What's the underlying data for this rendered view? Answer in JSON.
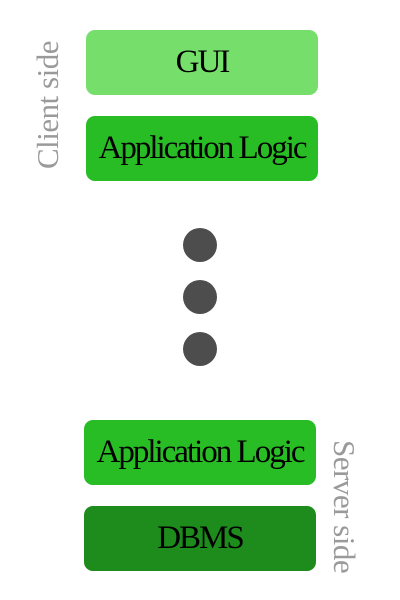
{
  "client": {
    "side_label": "Client side",
    "layers": [
      {
        "label": "GUI",
        "color": "#76de6a"
      },
      {
        "label": "Application Logic",
        "color": "#28bd24"
      }
    ]
  },
  "server": {
    "side_label": "Server side",
    "layers": [
      {
        "label": "Application Logic",
        "color": "#28bd24"
      },
      {
        "label": "DBMS",
        "color": "#1e8c1c"
      }
    ]
  },
  "ellipsis": {
    "dot_count": 3,
    "color": "#4d4d4d"
  }
}
